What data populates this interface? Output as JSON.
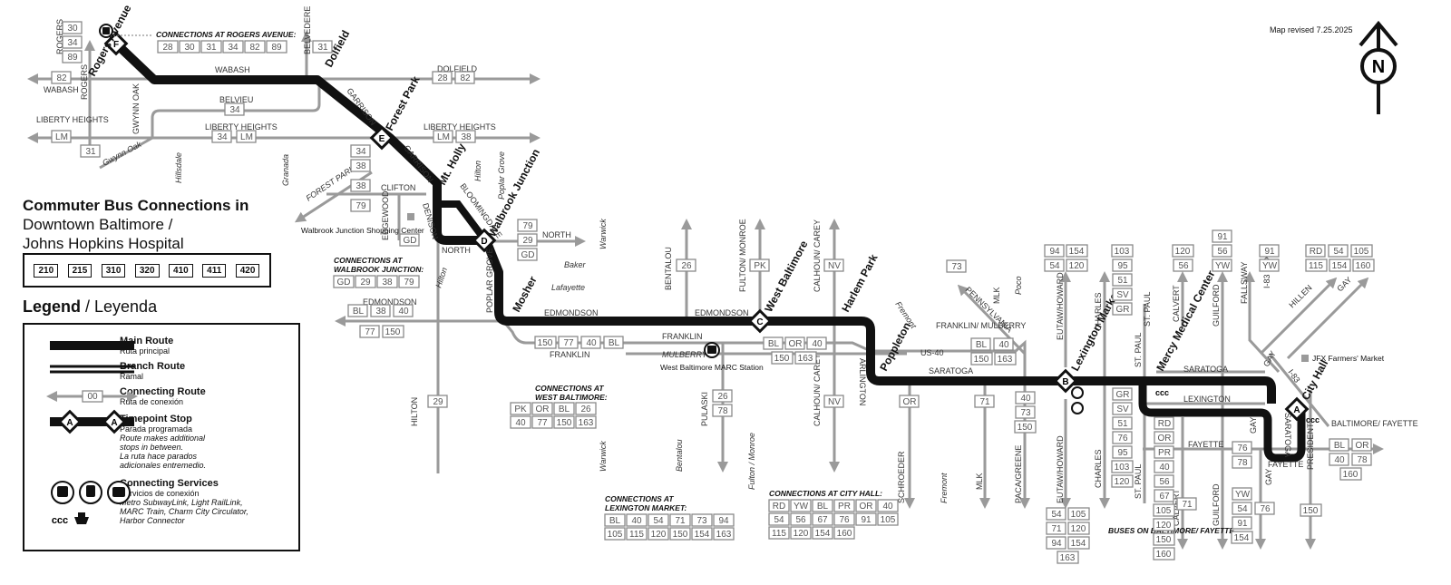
{
  "title": {
    "line1": "Commuter Bus Connections in",
    "line2": "Downtown Baltimore /",
    "line3": "Johns Hopkins Hospital"
  },
  "routes": [
    "210",
    "215",
    "310",
    "320",
    "410",
    "411",
    "420"
  ],
  "legend": {
    "title": "Legend",
    "title_es": " / Leyenda",
    "main_route": "Main Route",
    "main_route_es": "Ruta principal",
    "branch_route": "Branch Route",
    "branch_route_es": "Ramal",
    "connecting_route": "Connecting Route",
    "connecting_route_es": "Ruta de conexión",
    "connecting_sample": "00",
    "timepoint": "Timepoint Stop",
    "timepoint_es": "Parada programada",
    "timepoint_desc1": "Route makes additional",
    "timepoint_desc2": "stops in between.",
    "timepoint_desc3": "La ruta hace parados",
    "timepoint_desc4": "adicionales entremedio.",
    "timepoint_sample": "A",
    "services": "Connecting Services",
    "services_es": "Servicios de conexión",
    "services_desc1": "Metro SubwayLink, Light RailLink,",
    "services_desc2": "MARC Train, Charm City Circulator,",
    "services_desc3": "Harbor Connector",
    "ccc_label": "ccc"
  },
  "revised": "Map revised 7.25.2025",
  "north": "N",
  "stops": [
    {
      "letter": "F",
      "name": "Rogers Avenue"
    },
    {
      "letter": "E",
      "name": "Forest Park"
    },
    {
      "letter": "D",
      "name": "Walbrook Junction"
    },
    {
      "letter": "C",
      "name": "West Baltimore"
    },
    {
      "letter": "B",
      "name": "Lexington Market"
    },
    {
      "letter": "A",
      "name": "City Hall"
    }
  ],
  "other_stop_labels": {
    "dolfield": "Dolfield",
    "mt_holly": "Mt. Holly",
    "mosher": "Mosher",
    "harlem_park": "Harlem Park",
    "poppleton": "Poppleton",
    "mercy": "Mercy Medical Center"
  },
  "connections": {
    "rogers": {
      "title": "CONNECTIONS AT ROGERS AVENUE:",
      "routes": [
        "28",
        "30",
        "31",
        "34",
        "82",
        "89"
      ]
    },
    "walbrook": {
      "title1": "CONNECTIONS AT",
      "title2": "WALBROOK JUNCTION:",
      "routes": [
        "GD",
        "29",
        "38",
        "79"
      ]
    },
    "west_baltimore": {
      "title1": "CONNECTIONS AT",
      "title2": "WEST BALTIMORE:",
      "routes": [
        "PK",
        "OR",
        "BL",
        "26",
        "40",
        "77",
        "150",
        "163"
      ]
    },
    "lexington": {
      "title1": "CONNECTIONS AT",
      "title2": "LEXINGTON MARKET:",
      "routes": [
        "BL",
        "40",
        "54",
        "71",
        "73",
        "94",
        "105",
        "115",
        "120",
        "150",
        "154",
        "163"
      ]
    },
    "city_hall": {
      "title": "CONNECTIONS AT CITY HALL:",
      "routes": [
        "RD",
        "YW",
        "BL",
        "PR",
        "OR",
        "40",
        "54",
        "56",
        "67",
        "76",
        "91",
        "105",
        "115",
        "120",
        "154",
        "160"
      ]
    }
  },
  "places": {
    "walbrook_shopping": "Walbrook Junction Shopping Center",
    "west_balt_marc": "West Baltimore MARC Station",
    "jfx_market": "JFX Farmers' Market",
    "buses_on": "BUSES ON BALTIMORE/ FAYETTE"
  },
  "streets": {
    "wabash": "WABASH",
    "dolfield": "DOLFIELD",
    "belvieu": "BELVIEU",
    "liberty_heights": "LIBERTY HEIGHTS",
    "garrison": "GARRISON",
    "rogers": "ROGERS",
    "belvedere": "BELVEDERE",
    "gwynn_oak": "GWYNN OAK",
    "gwynn_oak2": "Gwynn Oak",
    "hillsdale": "Hillsdale",
    "granada": "Granada",
    "forest_park": "FOREST PARK",
    "clifton": "CLIFTON",
    "edgewood": "EDGEWOOD",
    "denison": "DENISON",
    "bloomingdale": "BLOOMINGDALE",
    "north": "NORTH",
    "hilton": "Hilton",
    "poplar_grove": "Poplar Grove",
    "poplar_grove2": "POPLAR GROVE",
    "baker": "Baker",
    "lafayette": "Lafayette",
    "edmondson": "EDMONDSON",
    "franklin": "FRANKLIN",
    "mulberry": "MULBERRY",
    "warwick": "Warwick",
    "bentalou": "BENTALOU",
    "bentalou2": "Bentalou",
    "pulaski": "PULASKI",
    "fulton_monroe": "FULTON/ MONROE",
    "fulton_monroe2": "Fulton / Monroe",
    "calhoun": "CALHOUN/ CAREY",
    "arlington": "ARLINGTON",
    "fremont": "Fremont",
    "schroeder": "SCHROEDER",
    "us40": "US-40",
    "saratoga": "SARATOGA",
    "franklin_mulberry": "FRANKLIN/ MULBERRY",
    "pennsylvania": "PENNSYLVANIA",
    "mlk": "MLK",
    "poco": "Poco",
    "paca_greene": "PACA/GREENE",
    "eutaw_howard": "EUTAW/HOWARD",
    "charles": "CHARLES",
    "st_paul": "ST. PAUL",
    "calvert": "CALVERT",
    "guilford": "GUILFORD",
    "i83": "I-83 (JFX)",
    "i83b": "I-83",
    "fallsway": "FALLSWAY",
    "hillen": "HILLEN",
    "gay": "GAY",
    "lexington": "LEXINGTON",
    "fayette": "FAYETTE",
    "president": "PRESIDENT",
    "baltimore_fayette": "BALTIMORE/ FAYETTE",
    "hilton_caps": "HILTON",
    "wabash_w": "WABASH",
    "liberty_w": "LIBERTY HEIGHTS"
  }
}
